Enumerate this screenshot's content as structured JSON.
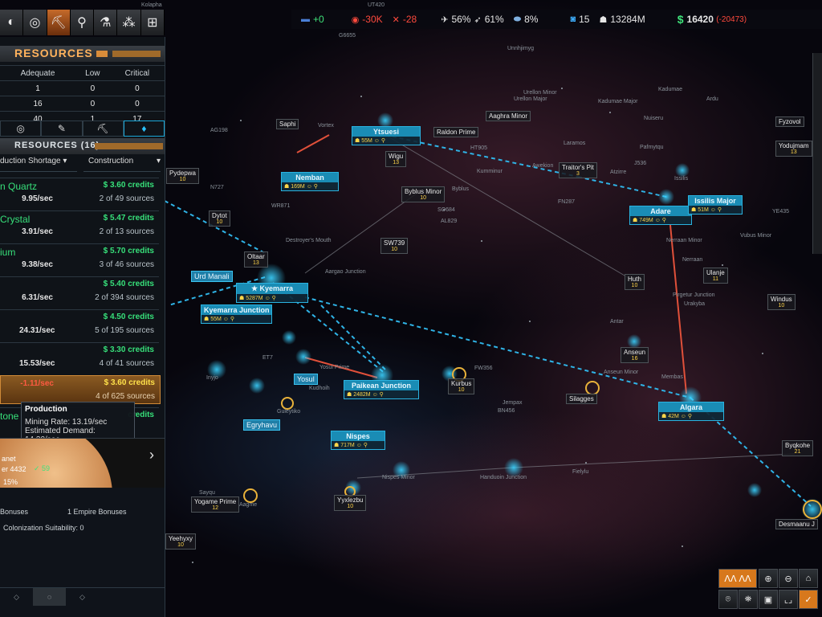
{
  "toolbar": {
    "buttons": [
      {
        "name": "globe-icon",
        "glyph": "◐"
      },
      {
        "name": "galaxy-icon",
        "glyph": "◎"
      },
      {
        "name": "pickaxe-icon",
        "glyph": "⛏"
      },
      {
        "name": "research-icon",
        "glyph": "⚲"
      },
      {
        "name": "flask-icon",
        "glyph": "⚗"
      },
      {
        "name": "fleet-icon",
        "glyph": "⁂"
      },
      {
        "name": "colony-icon",
        "glyph": "⊞"
      }
    ],
    "caption": "Kolapha"
  },
  "stats": {
    "stability": "+0",
    "relations": "-30K",
    "military": "-28",
    "ships_pct": "56%",
    "missiles_pct": "61%",
    "fuel_pct": "8%",
    "planets": "15",
    "population": "13284M",
    "credits": "16420",
    "credits_delta": "(-20473)"
  },
  "panel": {
    "resources_title": "RESOURCES",
    "table_headers": [
      "Adequate",
      "Low",
      "Critical"
    ],
    "table_rows": [
      [
        "1",
        "0",
        "0"
      ],
      [
        "16",
        "0",
        "0"
      ],
      [
        "40",
        "1",
        "17"
      ]
    ],
    "icon_tabs": [
      "◎",
      "✎",
      "⛏",
      "♦"
    ],
    "list_title": "RESOURCES (16)",
    "filter_left": "duction Shortage",
    "filter_right": "Construction",
    "resources": [
      {
        "name": "n Quartz",
        "rate": "9.95/sec",
        "credits": "3.60 credits",
        "sources": "2 of 49 sources"
      },
      {
        "name": "Crystal",
        "rate": "3.91/sec",
        "credits": "5.47 credits",
        "sources": "2 of 13 sources"
      },
      {
        "name": "ium",
        "rate": "9.38/sec",
        "credits": "5.70 credits",
        "sources": "3 of 46 sources"
      },
      {
        "name": "",
        "rate": "6.31/sec",
        "credits": "5.40 credits",
        "sources": "2 of 394 sources"
      },
      {
        "name": "",
        "rate": "24.31/sec",
        "credits": "4.50 credits",
        "sources": "5 of 195 sources"
      },
      {
        "name": "",
        "rate": "15.53/sec",
        "credits": "3.30 credits",
        "sources": "4 of 41 sources"
      },
      {
        "name": "",
        "rate": "-1.11/sec",
        "credits": "3.60 credits",
        "sources": "4 of 625 sources"
      },
      {
        "name": "tone",
        "rate": "",
        "credits": "credits",
        "sources": ""
      }
    ],
    "tooltip": {
      "title": "Production",
      "line1": "Mining Rate: 13.19/sec",
      "line2": "Estimated Demand: 14.30/sec"
    },
    "planet": {
      "label": "anet",
      "sub": "er 4432",
      "score": "59",
      "pct": "15%"
    },
    "bonuses_left": "Bonuses",
    "bonuses_right": "1 Empire Bonuses",
    "suitability": "Colonization Suitability: 0"
  },
  "map": {
    "systems": [
      {
        "id": "ytsuesi",
        "name": "Ytsuesi",
        "pop": "55M"
      },
      {
        "id": "nemban",
        "name": "Nemban",
        "pop": "169M"
      },
      {
        "id": "kyemarra",
        "name": "Kyemarra",
        "pop": "5287M"
      },
      {
        "id": "kyemarra-junction",
        "name": "Kyemarra Junction",
        "pop": "55M"
      },
      {
        "id": "paikean-junction",
        "name": "Paikean Junction",
        "pop": "2482M"
      },
      {
        "id": "nispes",
        "name": "Nispes",
        "pop": "717M"
      },
      {
        "id": "adare",
        "name": "Adare",
        "pop": "749M"
      },
      {
        "id": "issilis-major",
        "name": "Issilis Major",
        "pop": "51M"
      },
      {
        "id": "algara",
        "name": "Algara",
        "pop": "42M"
      }
    ],
    "tags": [
      {
        "name": "Raldon Prime",
        "val": ""
      },
      {
        "name": "Aaghra Minor",
        "val": ""
      },
      {
        "name": "Saphi",
        "val": ""
      },
      {
        "name": "Byblus Minor",
        "val": "10"
      },
      {
        "name": "Traitor's Pit",
        "val": "3"
      },
      {
        "name": "Pydepwa",
        "val": "10"
      },
      {
        "name": "Dytot",
        "val": "10"
      },
      {
        "name": "Oltaar",
        "val": "13"
      },
      {
        "name": "SW739",
        "val": "10"
      },
      {
        "name": "Huth",
        "val": "10"
      },
      {
        "name": "Ulanje",
        "val": "11"
      },
      {
        "name": "Windus",
        "val": "10"
      },
      {
        "name": "Yodujmam",
        "val": "13"
      },
      {
        "name": "Fyzovol",
        "val": ""
      },
      {
        "name": "Anseun",
        "val": "16"
      },
      {
        "name": "Kurbus",
        "val": "10"
      },
      {
        "name": "Silagges",
        "val": ""
      },
      {
        "name": "Byqkohe",
        "val": "21"
      },
      {
        "name": "Yogame Prime",
        "val": "12"
      },
      {
        "name": "Yyxlezbu",
        "val": "10"
      },
      {
        "name": "Yeehyxy",
        "val": "10"
      },
      {
        "name": "Desmaanu J",
        "val": ""
      },
      {
        "name": "Wigu",
        "val": "13"
      }
    ],
    "labels": [
      "Urd Manali",
      "Yosul",
      "Egryhavu"
    ],
    "small": [
      "G6655",
      "UT420",
      "Unnhjimyg",
      "Urellon Minor",
      "Urellon Major",
      "Kadumae Major",
      "Kadumae",
      "Ardu",
      "Nuiseru",
      "Laramos",
      "Pafmytqu",
      "Awekion",
      "Kumminur",
      "HT905",
      "Atzirre",
      "J536",
      "Issilis",
      "FN287",
      "YE435",
      "Vubus Minor",
      "Nerraan Minor",
      "Nerraan",
      "Pirgetur Junction",
      "Urakyba",
      "Antar",
      "Anseun Minor",
      "Membas",
      "FW356",
      "Jempax",
      "BN456",
      "Handuoin Junction",
      "Fielylu",
      "Nispes Minor",
      "ET7",
      "Inyjo",
      "Yosul Prime",
      "Kudhoih",
      "Destroyer's Mouth",
      "Aargao Junction",
      "WR871",
      "N727",
      "AG198",
      "Byblus",
      "SO684",
      "AL829",
      "Vortex",
      "Aagme",
      "Guleytiko",
      "Sayqu"
    ]
  },
  "tools": {
    "zoom_in": "⊕",
    "zoom_out": "⊖",
    "buttons": [
      "⌂",
      "⌾",
      "⛯",
      "▣",
      "⌞⌟",
      "✓"
    ]
  }
}
